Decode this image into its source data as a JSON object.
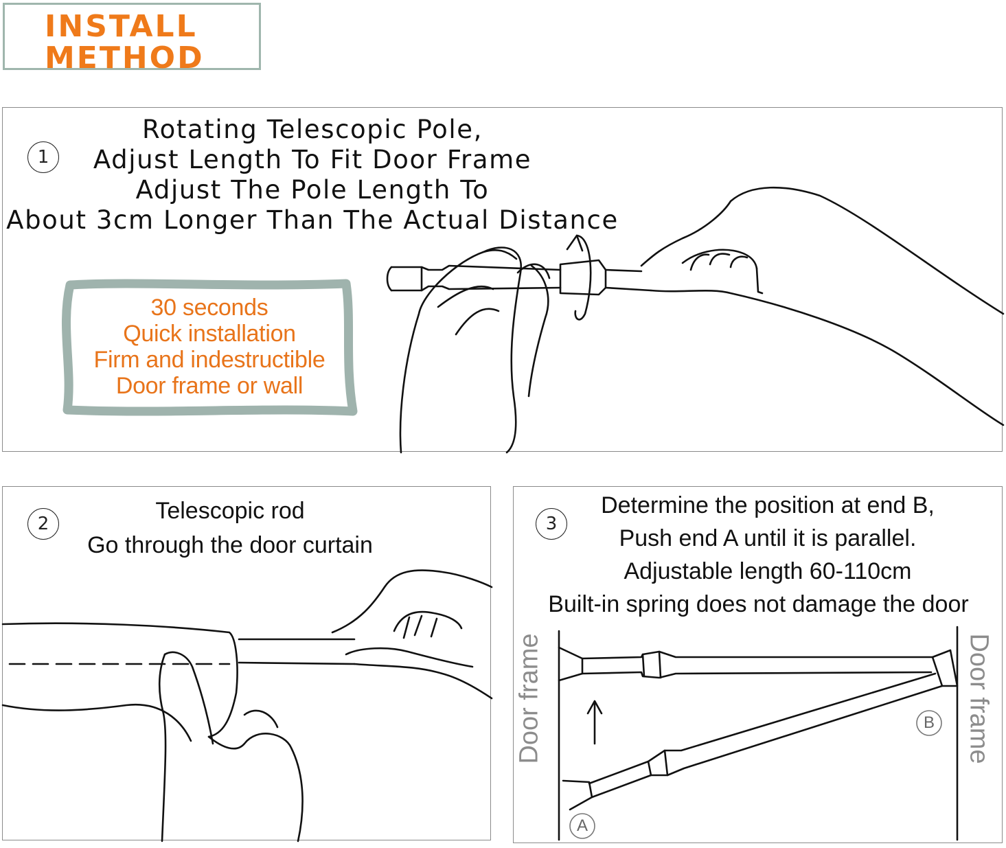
{
  "header": {
    "title_line1": "INSTALL",
    "title_line2": "METHOD",
    "accent_color": "#ef7a1a"
  },
  "step1": {
    "number": "1",
    "lines": [
      "Rotating Telescopic Pole,",
      "Adjust Length To Fit Door Frame",
      "Adjust The Pole Length To",
      "About 3cm Longer Than The Actual Distance"
    ],
    "callout": [
      "30 seconds",
      "Quick installation",
      "Firm and indestructible",
      "Door frame or wall"
    ],
    "callout_color": "#e8741a",
    "callout_border_color": "#9fb3ad"
  },
  "step2": {
    "number": "2",
    "lines": [
      "Telescopic rod",
      "Go through the door curtain"
    ]
  },
  "step3": {
    "number": "3",
    "lines": [
      "Determine the position at end B,",
      "Push end A until it is parallel.",
      "Adjustable length 60-110cm",
      "Built-in spring does not damage the door"
    ],
    "left_frame_label": "Door frame",
    "right_frame_label": "Door frame",
    "end_a": "A",
    "end_b": "B"
  }
}
